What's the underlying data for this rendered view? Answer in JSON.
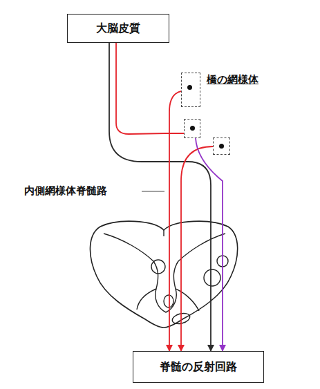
{
  "diagram": {
    "nodes": [
      {
        "text": [
          "大脳皮質"
        ]
      },
      {
        "text": [
          "橋の網様体"
        ]
      },
      {
        "text": []
      },
      {
        "text": []
      },
      {
        "text": [
          "脊髄の反射回路"
        ]
      }
    ],
    "edges": [
      {
        "from": 0,
        "to": 4,
        "arrow": "to"
      },
      {
        "from": 0,
        "to": 2,
        "arrow": "none"
      },
      {
        "from": 1,
        "to": 4,
        "arrow": "to"
      },
      {
        "from": 3,
        "to": 4,
        "arrow": "to"
      },
      {
        "from": 2,
        "to": 4,
        "arrow": "to"
      }
    ],
    "labels": [
      "内側網様体脊髄路"
    ]
  }
}
